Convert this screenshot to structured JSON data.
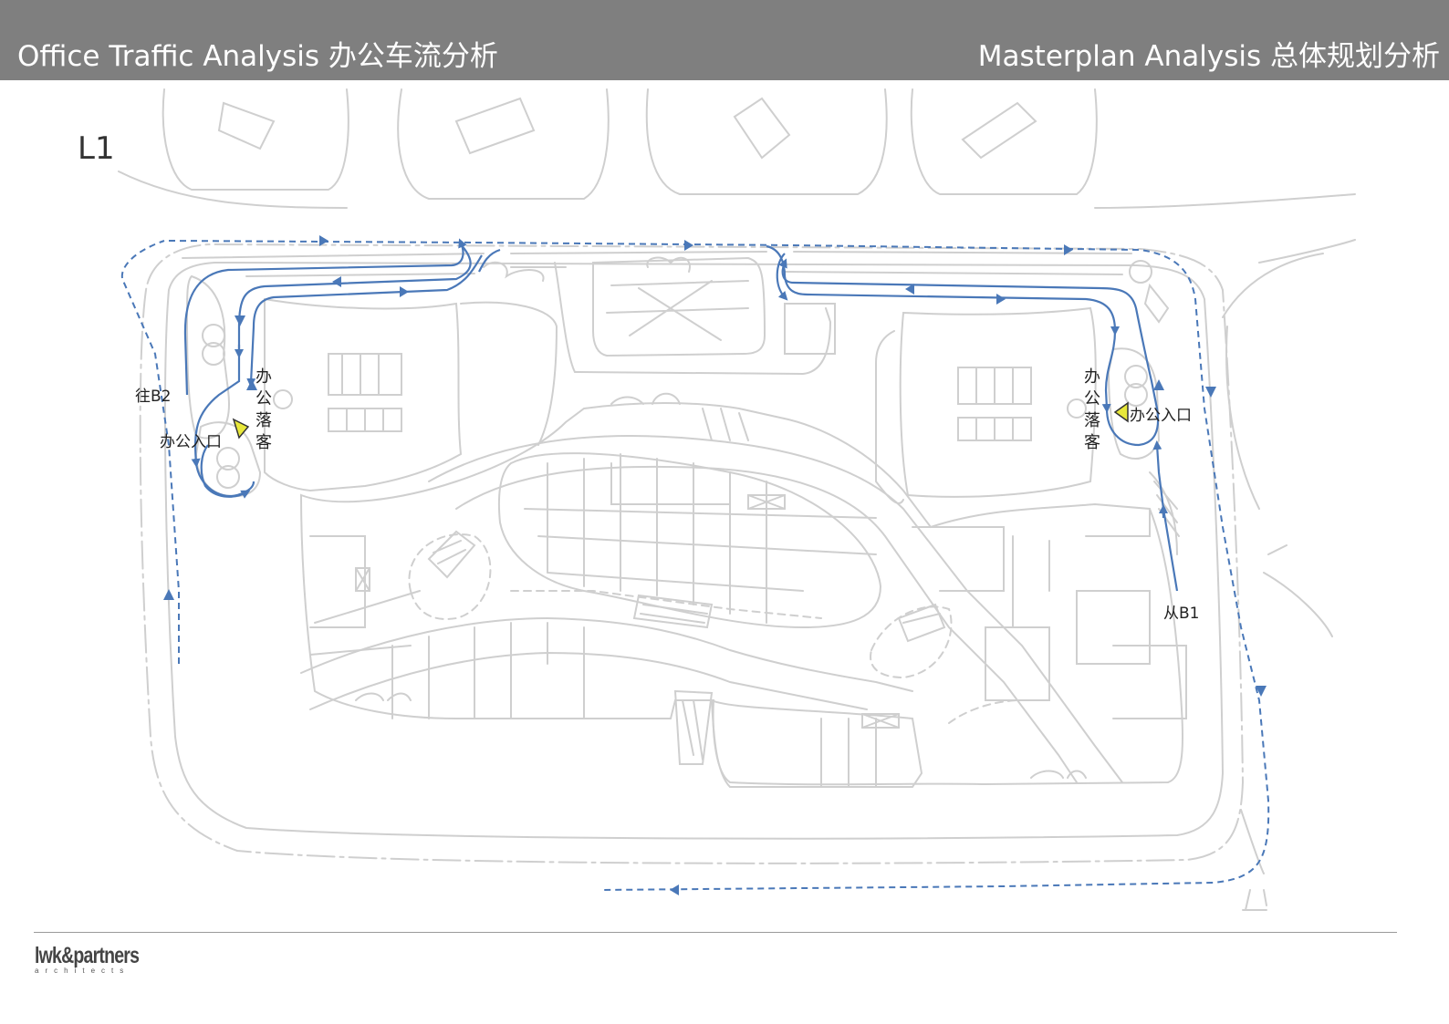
{
  "header": {
    "left_title": "Office Traffic Analysis 办公车流分析",
    "right_title": "Masterplan Analysis 总体规划分析"
  },
  "plan": {
    "level_label": "L1",
    "labels": {
      "to_b2": "往B2",
      "office_entrance_left": "办公入口",
      "office_dropoff_left": "办公落客",
      "office_entrance_right": "办公入口",
      "office_dropoff_right": "办公落客",
      "from_b1": "从B1"
    },
    "colors": {
      "flow": "#4a78b8",
      "sketch": "#c9c9c9",
      "entrance_marker": "#e8e83a"
    }
  },
  "footer": {
    "logo_text": "lwk&partners",
    "logo_subtext": "architects"
  }
}
